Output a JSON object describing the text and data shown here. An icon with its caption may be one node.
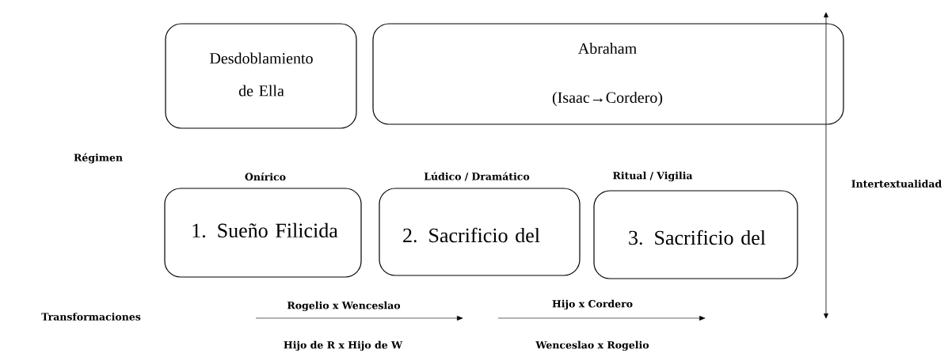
{
  "diagram": {
    "nodes": [
      {
        "text": [
          "Desdoblamiento de Ella"
        ]
      },
      {
        "text": [
          "Abraham",
          "(Isaac→Cordero)"
        ]
      },
      {
        "text": [
          "Onírico",
          "1. Sueño Filicida"
        ]
      },
      {
        "text": [
          "Lúdico / Dramático",
          "2. Sacrificio del"
        ]
      },
      {
        "text": [
          "Ritual / Vigilia",
          "3. Sacrificio del"
        ]
      }
    ],
    "labels": [
      "Régimen",
      "Intertextualidad",
      "Transformaciones",
      "Rogelio x Wenceslao",
      "Hijo x Cordero",
      "Hijo de R x Hijo de W",
      "Wenceslao x Rogelio"
    ]
  }
}
